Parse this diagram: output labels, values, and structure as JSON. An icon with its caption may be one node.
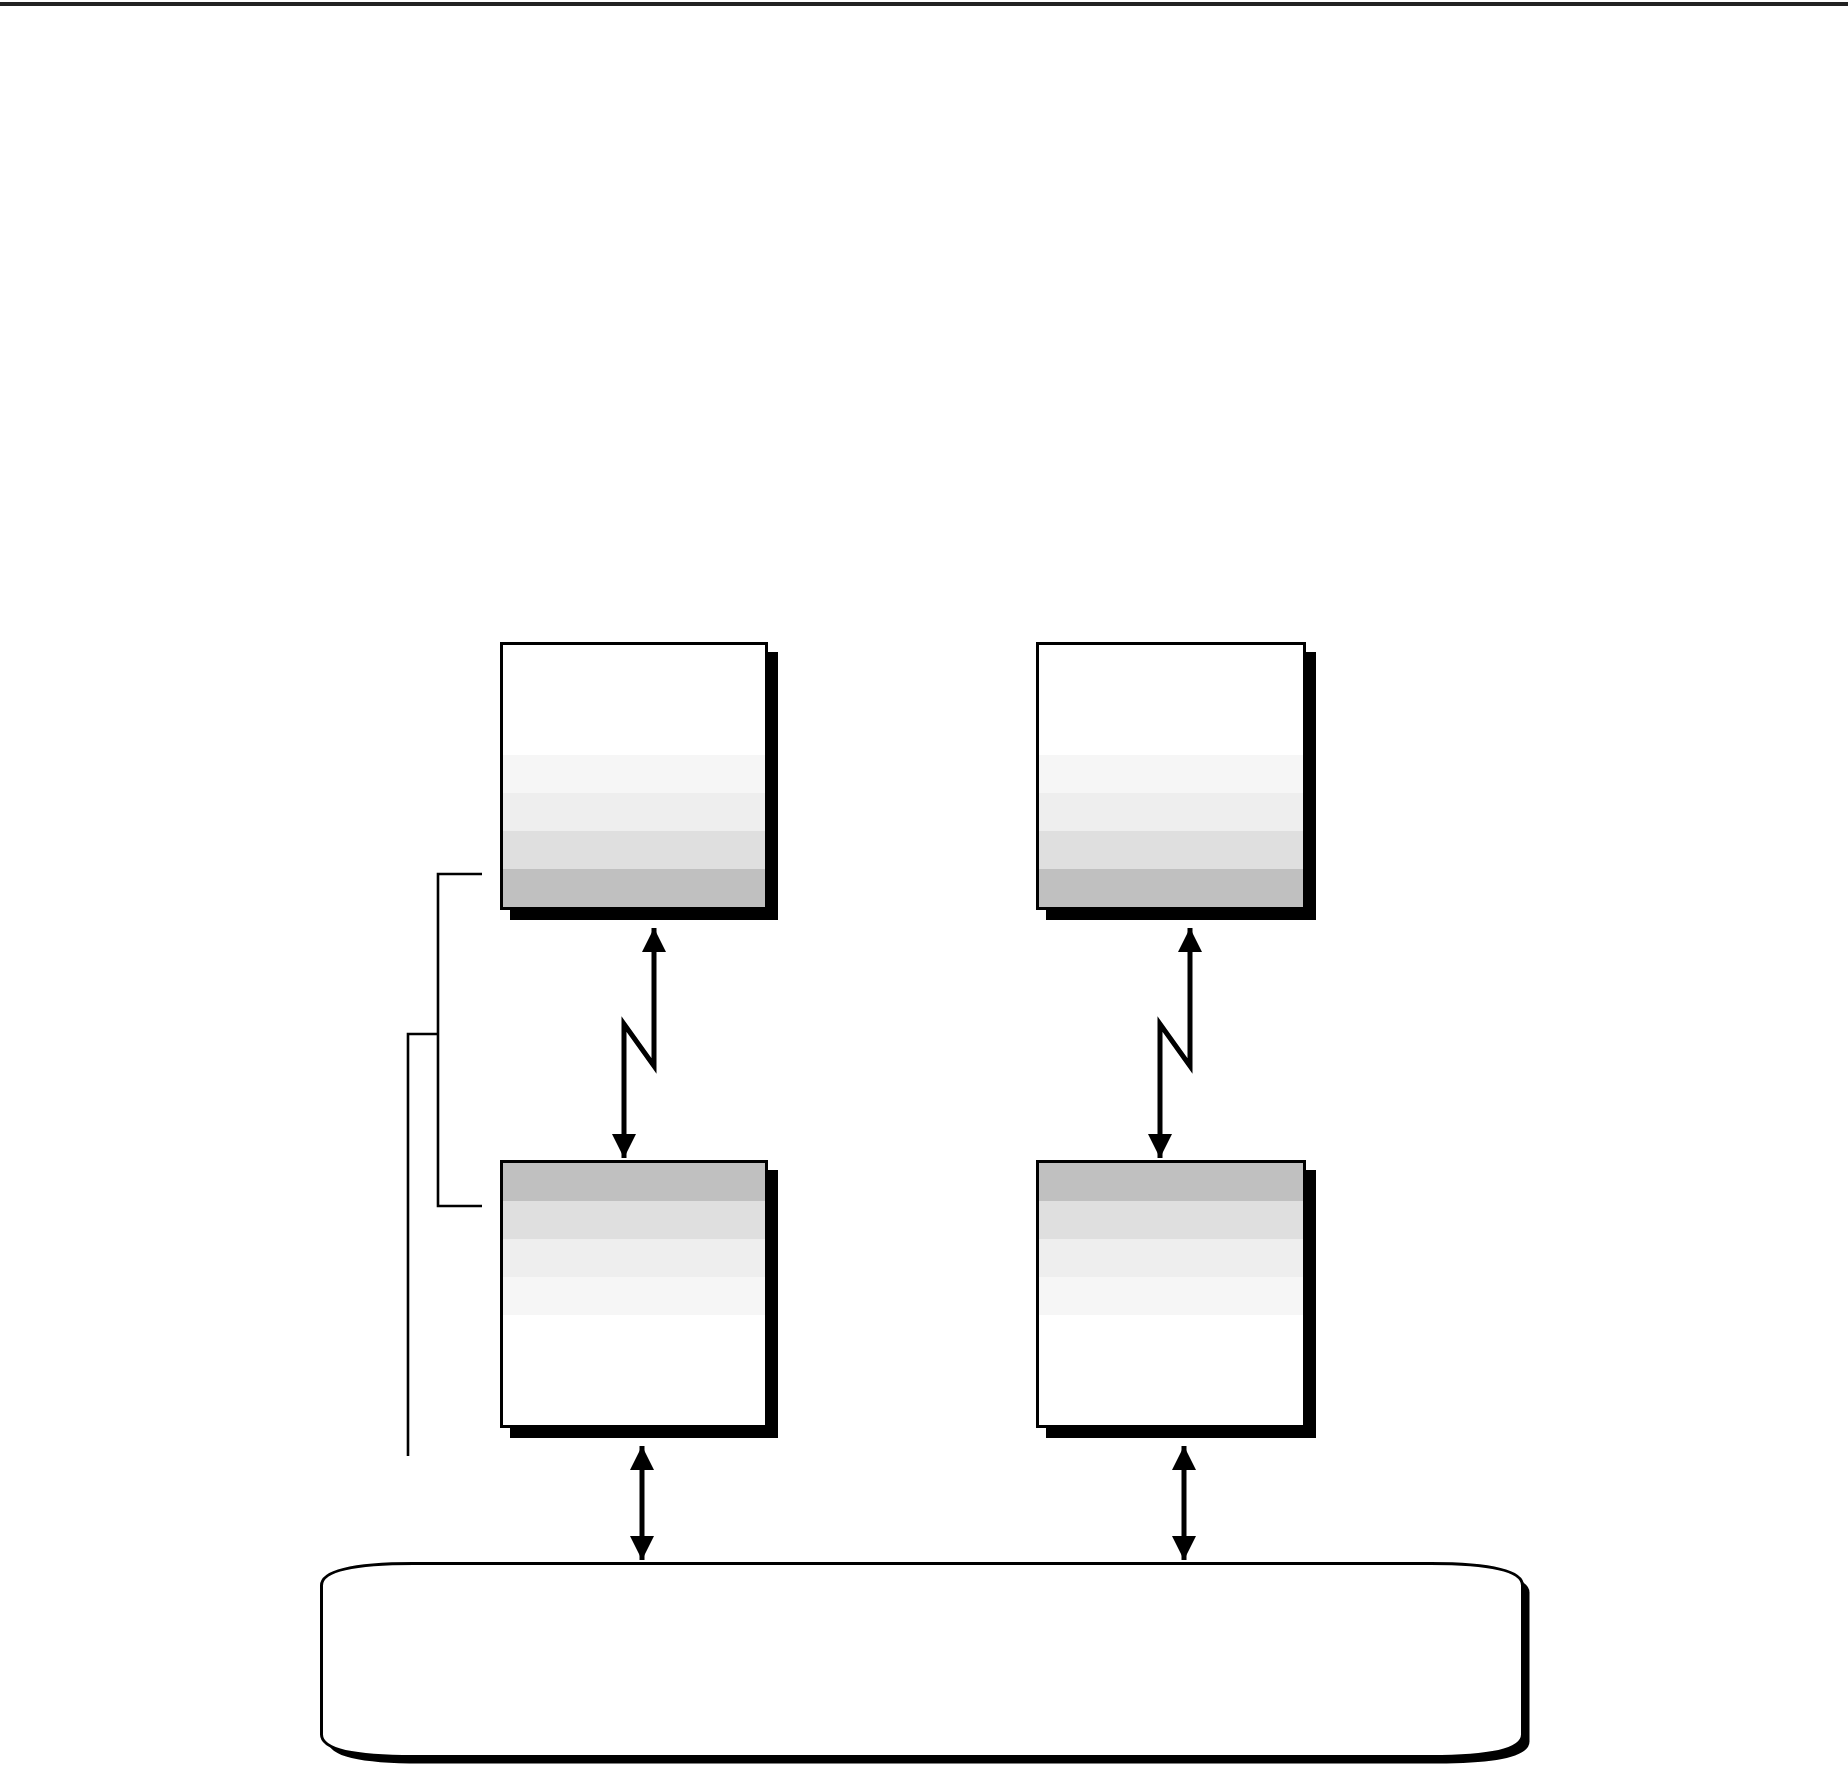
{
  "diagram": {
    "nodes": [
      {
        "text": [],
        "shape": "box"
      },
      {
        "text": [],
        "shape": "box"
      },
      {
        "text": [],
        "shape": "box"
      },
      {
        "text": [],
        "shape": "box"
      },
      {
        "text": [],
        "shape": "band"
      }
    ],
    "edges": [
      {
        "from": 0,
        "to": 2,
        "arrow": "both"
      },
      {
        "from": 1,
        "to": 3,
        "arrow": "both"
      },
      {
        "from": 2,
        "to": 4,
        "arrow": "both"
      },
      {
        "from": 3,
        "to": 4,
        "arrow": "both"
      }
    ]
  }
}
